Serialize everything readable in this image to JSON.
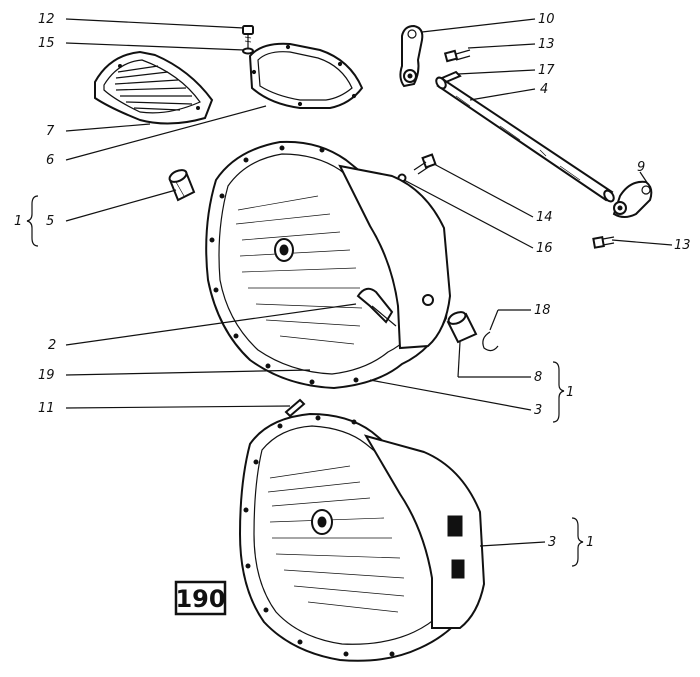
{
  "plate_number": "190",
  "labels": {
    "l12": "12",
    "l15": "15",
    "l7": "7",
    "l6": "6",
    "l5": "5",
    "l1a": "1",
    "l10": "10",
    "l13a": "13",
    "l17": "17",
    "l4": "4",
    "l14": "14",
    "l16": "16",
    "l9": "9",
    "l13b": "13",
    "l2": "2",
    "l19": "19",
    "l11": "11",
    "l18": "18",
    "l8": "8",
    "l3a": "3",
    "l1b": "1",
    "l3b": "3",
    "l1c": "1"
  }
}
